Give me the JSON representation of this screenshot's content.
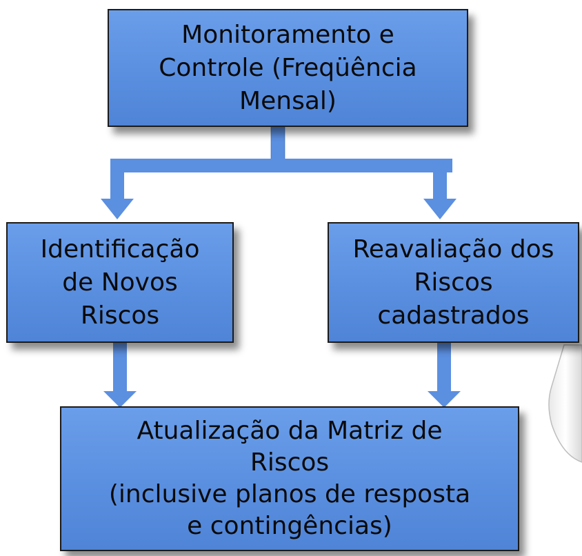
{
  "diagram": {
    "top_box": "Monitoramento e\nControle (Freqüência\nMensal)",
    "left_box": "Identificação\nde Novos\nRiscos",
    "right_box": "Reavaliação dos\nRiscos\ncadastrados",
    "bottom_box": "Atualização da Matriz de\nRiscos\n(inclusive planos de resposta\ne contingências)"
  },
  "colors": {
    "box_fill": "#5b8fe0",
    "box_border": "#1a1a1a",
    "connector": "#5b8fe0",
    "text": "#0a0a0a"
  }
}
